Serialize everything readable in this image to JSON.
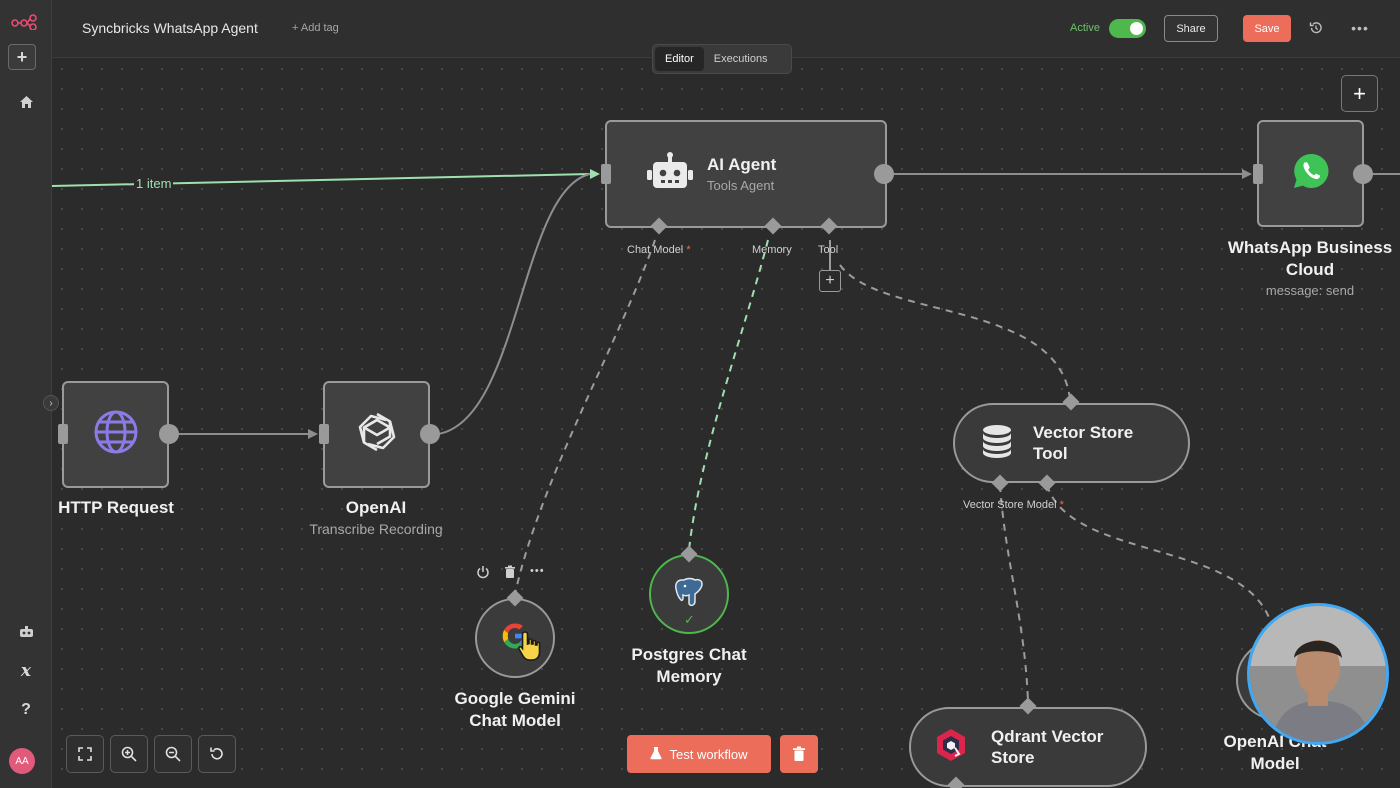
{
  "header": {
    "workflow_name": "Syncbricks WhatsApp Agent",
    "add_tag": "+ Add tag",
    "active_label": "Active",
    "share_label": "Share",
    "save_label": "Save"
  },
  "tabs": [
    {
      "label": "Editor",
      "active": true
    },
    {
      "label": "Executions",
      "active": false
    }
  ],
  "sidebar": {
    "avatar_initials": "AA"
  },
  "edges": {
    "item_count_label": "1 item"
  },
  "nodes": {
    "ai_agent": {
      "title": "AI Agent",
      "subtitle": "Tools Agent",
      "ports": {
        "chat_model": "Chat Model",
        "memory": "Memory",
        "tool": "Tool"
      }
    },
    "whatsapp": {
      "title_line1": "WhatsApp Business",
      "title_line2": "Cloud",
      "subtitle": "message: send"
    },
    "http_request": {
      "title": "HTTP Request"
    },
    "openai": {
      "title": "OpenAI",
      "subtitle": "Transcribe Recording"
    },
    "vector_store_tool": {
      "title_line1": "Vector Store",
      "title_line2": "Tool",
      "ports": {
        "vector_store": "Vector Store",
        "model": "Model"
      }
    },
    "gemini": {
      "title_line1": "Google Gemini",
      "title_line2": "Chat Model"
    },
    "postgres": {
      "title_line1": "Postgres Chat",
      "title_line2": "Memory"
    },
    "qdrant": {
      "title_line1": "Qdrant Vector",
      "title_line2": "Store"
    },
    "openai_chat": {
      "title_line1": "OpenAI Chat",
      "title_line2": "Model"
    }
  },
  "footer": {
    "test_workflow_label": "Test workflow"
  },
  "colors": {
    "accent": "#eb6d5a",
    "active_green": "#4fb84d",
    "edge_success": "#9fe0b0"
  }
}
